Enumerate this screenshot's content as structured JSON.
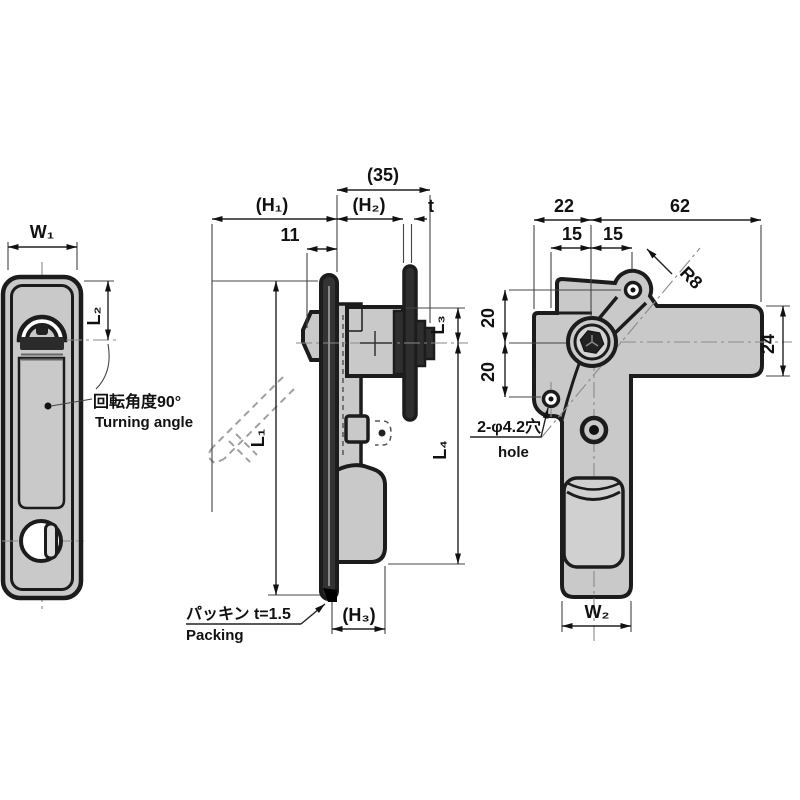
{
  "title": "Swing handle lock engineering drawing",
  "front": {
    "w1": "W₁",
    "l2": "L₂",
    "turning_jp": "回転角度90°",
    "turning_en": "Turning angle"
  },
  "side": {
    "d35": "(35)",
    "h1": "(H₁)",
    "h2": "(H₂)",
    "t": "t",
    "d11": "11",
    "l1": "L₁",
    "l3": "L₃",
    "l4": "L₄",
    "h3": "(H₃)",
    "packing_jp": "パッキン t=1.5",
    "packing_en": "Packing"
  },
  "rear": {
    "d22": "22",
    "d62": "62",
    "d15a": "15",
    "d15b": "15",
    "d20a": "20",
    "d20b": "20",
    "d24": "24",
    "r8": "R8",
    "w2": "W₂",
    "holes_jp": "2-φ4.2穴",
    "holes_en": "hole"
  },
  "colors": {
    "line": "#1c1c1c",
    "body_fill": "#c9c9c9",
    "background": "#ffffff"
  }
}
